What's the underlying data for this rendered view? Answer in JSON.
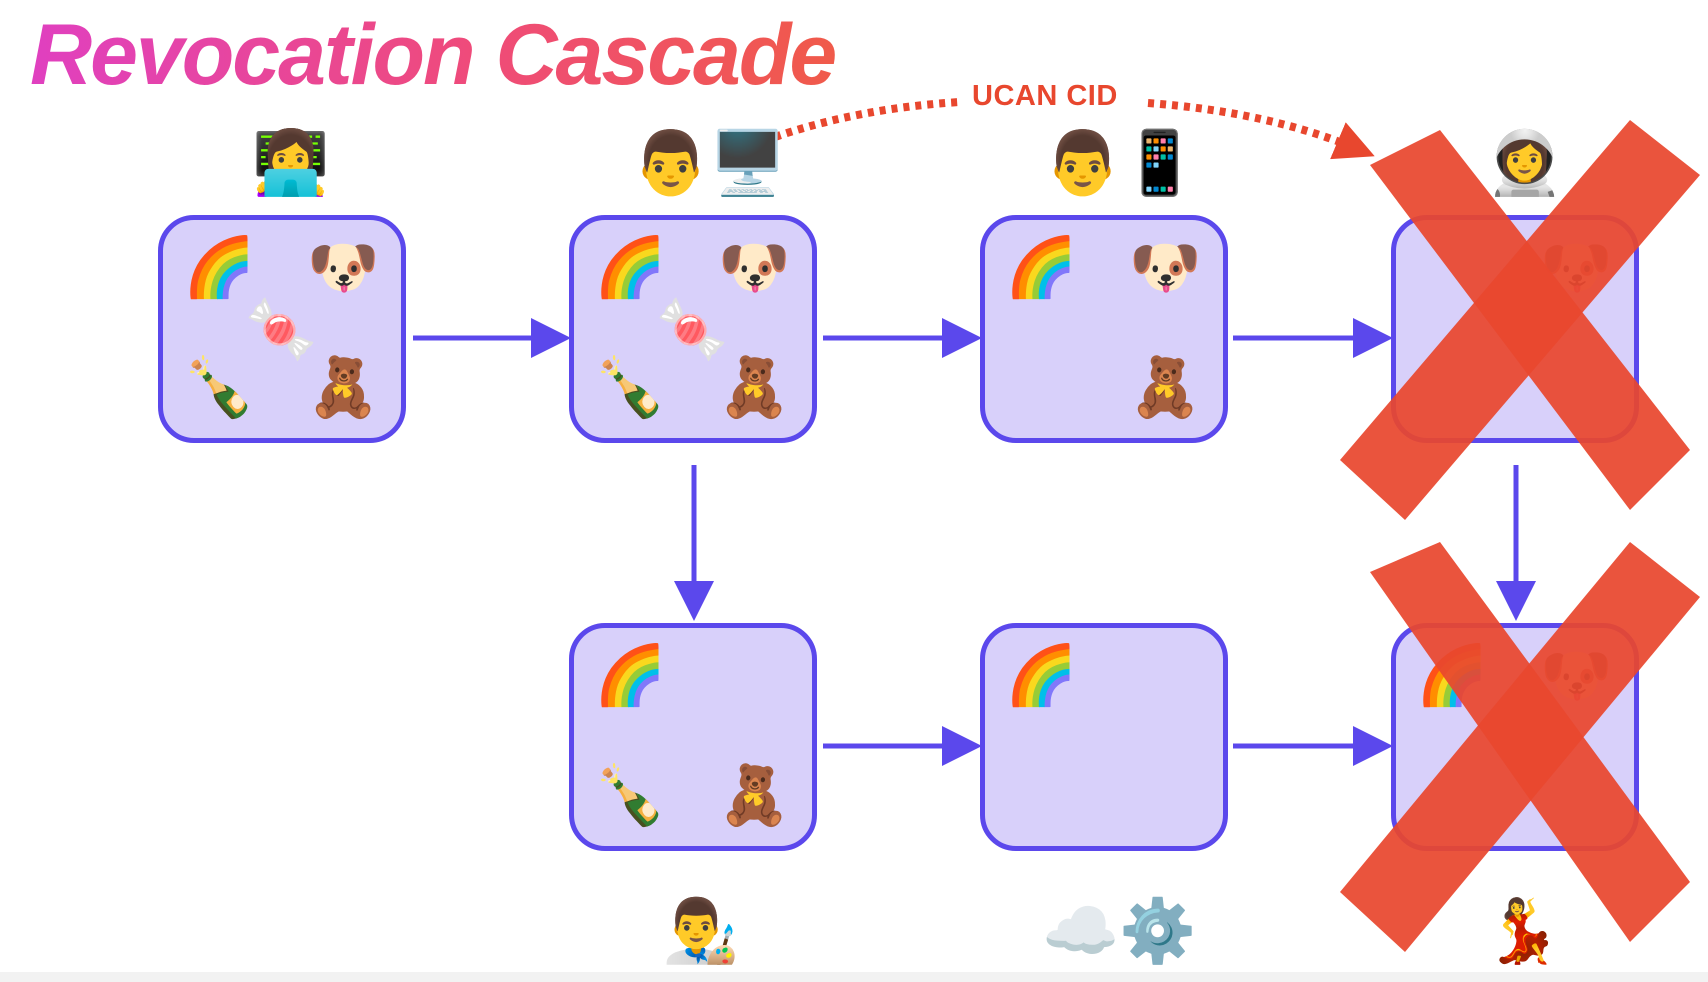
{
  "title": "Revocation Cascade",
  "ucan_label": "UCAN CID",
  "colors": {
    "node_fill": "#d8d0fa",
    "node_border": "#5b48ec",
    "arrow": "#5b48ec",
    "revoked_cross": "#e8472e",
    "title_gradient": [
      "#e040c0",
      "#f05a4a"
    ]
  },
  "actors": {
    "top_1": "👩‍💻",
    "top_2": "👨🖥️",
    "top_3": "👨📱",
    "top_4": "👩‍🚀",
    "bottom_2": "👨‍🎨",
    "bottom_3": "☁️⚙️",
    "bottom_4": "💃"
  },
  "nodes": {
    "top_1": {
      "tl": "🌈",
      "tr": "🐶",
      "c": "🍬",
      "bl": "🍾",
      "br": "🧸"
    },
    "top_2": {
      "tl": "🌈",
      "tr": "🐶",
      "c": "🍬",
      "bl": "🍾",
      "br": "🧸"
    },
    "top_3": {
      "tl": "🌈",
      "tr": "🐶",
      "br": "🧸"
    },
    "top_4": {
      "tr": "🐶"
    },
    "bottom_2": {
      "tl": "🌈",
      "bl": "🍾",
      "br": "🧸"
    },
    "bottom_3": {
      "tl": "🌈"
    },
    "bottom_4": {
      "tl": "🌈",
      "tr": "🐶"
    }
  },
  "revoked": [
    "top_4",
    "bottom_4"
  ]
}
